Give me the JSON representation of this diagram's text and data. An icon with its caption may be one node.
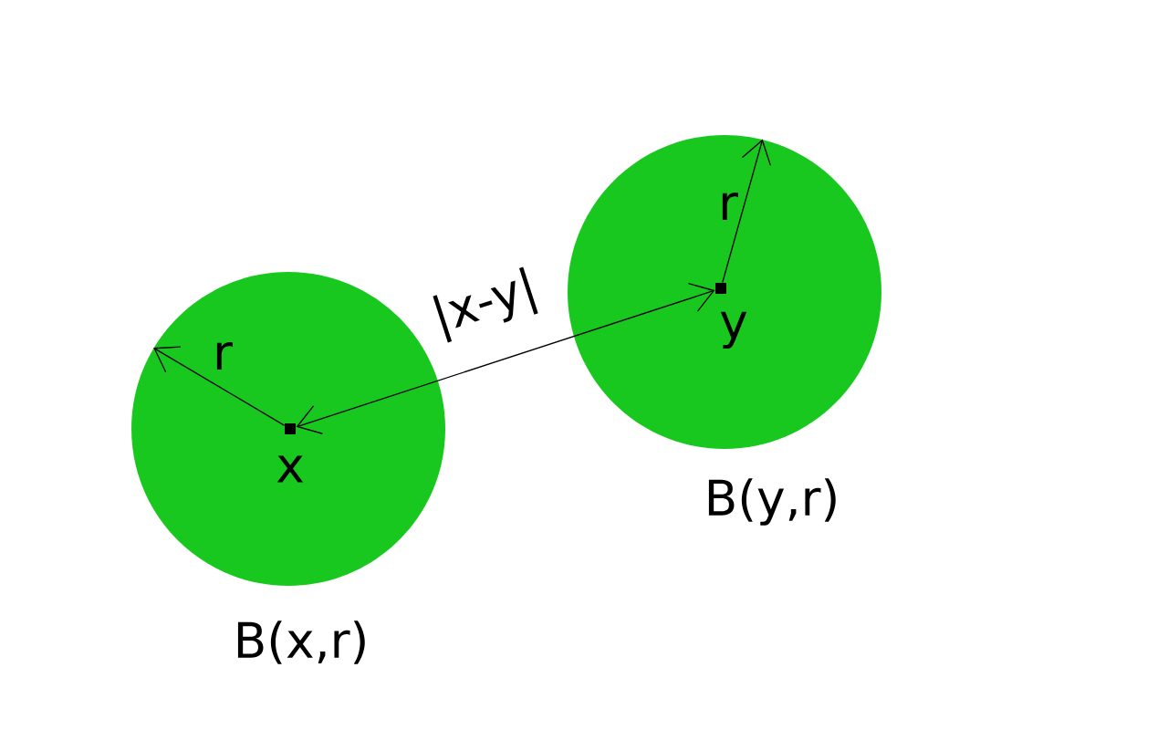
{
  "diagram": {
    "nodes": [
      {
        "text": [],
        "shape": "circle",
        "beside": [
          "B(x,r)"
        ]
      },
      {
        "text": [
          "x"
        ],
        "in": 0
      },
      {
        "text": [],
        "shape": "circle",
        "beside": [
          "B(y,r)"
        ]
      },
      {
        "text": [
          "y"
        ],
        "in": 2
      }
    ],
    "edges": [
      {
        "from": 1,
        "to": 0,
        "arrow": "to",
        "label": "r"
      },
      {
        "from": 1,
        "to": 3,
        "arrow": "both",
        "label": "|x-y|"
      },
      {
        "from": 3,
        "to": 2,
        "arrow": "to",
        "label": "r"
      }
    ]
  }
}
